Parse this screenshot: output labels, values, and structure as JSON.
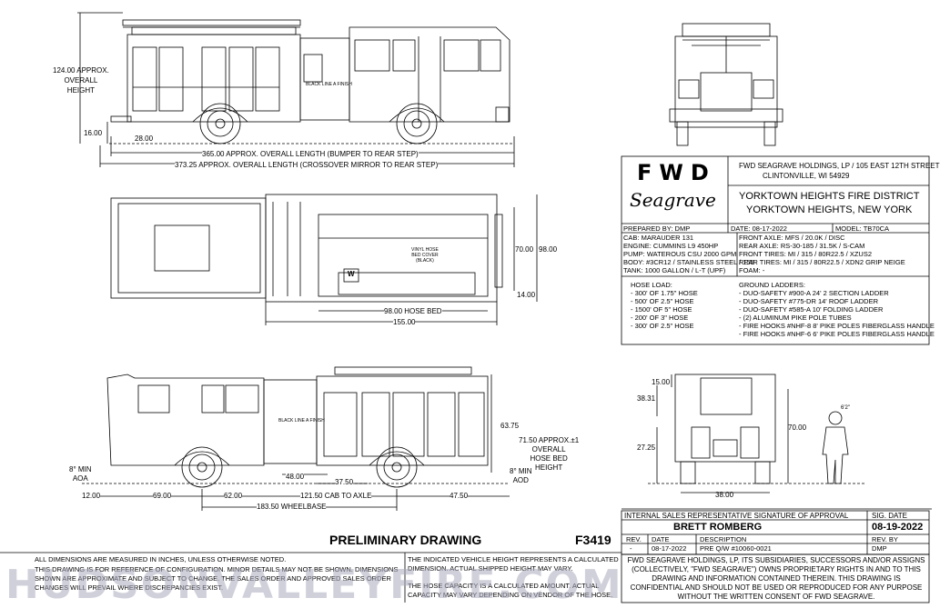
{
  "side_view_top": {
    "height_dim": "124.00 APPROX.\nOVERALL\nHEIGHT",
    "dim_16": "16.00",
    "dim_28": "28.00",
    "overall_length": "365.00 APPROX. OVERALL LENGTH (BUMPER TO REAR STEP)",
    "overall_length_mirror": "373.25 APPROX. OVERALL LENGTH (CROSSOVER MIRROR TO REAR STEP)",
    "finish_label": "BLACK LINE A FINISH"
  },
  "plan_view": {
    "dim_70": "70.00",
    "dim_98": "98.00",
    "dim_14": "14.00",
    "hose_bed": "98.00 HOSE BED",
    "dim_155": "155.00",
    "vinyl_cover": "VINYL HOSE\nBED COVER\n(BLACK)",
    "w_mark": "W"
  },
  "side_view_bottom": {
    "dim_6375": "63.75",
    "hose_bed_height": "71.50 APPROX.±1\nOVERALL\nHOSE BED\nHEIGHT",
    "aoa": "8° MIN\nAOA",
    "aod": "8° MIN\nAOD",
    "dim_12": "12.00",
    "dim_69": "69.00",
    "dim_62": "62.00",
    "dim_48": "48.00",
    "dim_375": "37.50",
    "cab_to_axle": "121.50 CAB TO AXLE",
    "dim_475": "47.50",
    "wheelbase": "183.50 WHEELBASE",
    "finish_label": "BLACK LINE A FINISH"
  },
  "rear_view": {
    "dim_15": "15.00",
    "dim_3831": "38.31",
    "dim_70": "70.00",
    "dim_2725": "27.25",
    "dim_38": "38.00",
    "figure_label": "6'2\""
  },
  "title_block": {
    "logo": "FWD",
    "logo_script": "Seagrave",
    "company_line1": "FWD SEAGRAVE HOLDINGS, LP / 105 EAST 12TH STREET",
    "company_line2": "CLINTONVILLE, WI 54929",
    "customer_line1": "YORKTOWN HEIGHTS FIRE DISTRICT",
    "customer_line2": "YORKTOWN HEIGHTS, NEW YORK",
    "prepared_by": "PREPARED BY: DMP",
    "date": "DATE: 08-17-2022",
    "model": "MODEL: TB70CA",
    "cab": "CAB: MARAUDER 131",
    "engine": "ENGINE: CUMMINS L9 450HP",
    "pump": "PUMP: WATEROUS CSU 2000 GPM",
    "body": "BODY: #3CR12 / STAINLESS STEEL / 155",
    "tank": "TANK: 1000 GALLON / L-T (UPF)",
    "front_axle": "FRONT AXLE: MFS / 20.0K / DISC",
    "rear_axle": "REAR AXLE: RS-30-185 / 31.5K / S-CAM",
    "front_tires": "FRONT TIRES: MI / 315 / 80R22.5 / XZUS2",
    "rear_tires": "REAR TIRES: MI / 315 / 80R22.5 / XDN2 GRIP NEIGE",
    "foam": "FOAM: -",
    "hose_load_title": "HOSE LOAD:",
    "hose_load": [
      "- 300' OF 1.75\" HOSE",
      "- 500' OF 2.5\" HOSE",
      "- 1500' OF 5\" HOSE",
      "- 200' OF 3\" HOSE",
      "- 300' OF 2.5\" HOSE"
    ],
    "ground_ladders_title": "GROUND LADDERS:",
    "ground_ladders": [
      "- DUO-SAFETY #900-A 24' 2 SECTION LADDER",
      "- DUO-SAFETY #775-DR 14' ROOF LADDER",
      "- DUO-SAFETY #585-A 10' FOLDING LADDER",
      "- (2) ALUMINUM PIKE POLE TUBES",
      "- FIRE HOOKS #NHF-8 8' PIKE POLES FIBERGLASS HANDLE",
      "- FIRE HOOKS #NHF-6 6' PIKE POLES FIBERGLASS HANDLE"
    ]
  },
  "signature_block": {
    "header": "INTERNAL SALES REPRESENTATIVE SIGNATURE OF APPROVAL",
    "sig_date_header": "SIG. DATE",
    "name": "BRETT ROMBERG",
    "sig_date": "08-19-2022",
    "rev_header": "REV.",
    "date_header": "DATE",
    "desc_header": "DESCRIPTION",
    "revby_header": "REV. BY",
    "rev": "-",
    "rev_date": "08-17-2022",
    "rev_desc": "PRE Q/W #10060-0021",
    "rev_by": "DMP",
    "proprietary": "FWD SEAGRAVE HOLDINGS, LP, ITS SUBSIDIARIES, SUCCESSORS AND/OR ASSIGNS (COLLECTIVELY, \"FWD SEAGRAVE\") OWNS PROPRIETARY RIGHTS IN AND TO THIS DRAWING AND INFORMATION CONTAINED THEREIN. THIS DRAWING IS CONFIDENTIAL AND SHOULD NOT BE USED OR REPRODUCED FOR ANY PURPOSE WITHOUT THE WRITTEN CONSENT OF FWD SEAGRAVE."
  },
  "footer": {
    "preliminary": "PRELIMINARY DRAWING",
    "drawing_no": "F3419",
    "note_dims": "ALL DIMENSIONS ARE MEASURED IN INCHES, UNLESS OTHERWISE NOTED.",
    "note_ref": "THIS DRAWING IS FOR REFERENCE OF CONFIGURATION. MINOR DETAILS MAY NOT BE SHOWN. DIMENSIONS SHOWN ARE APPROXIMATE AND SUBJECT TO CHANGE. THE SALES ORDER AND APPROVED SALES ORDER CHANGES WILL PREVAIL WHERE DISCREPANCIES EXIST.",
    "note_height": "THE INDICATED VEHICLE HEIGHT REPRESENTS A CALCULATED DIMENSION. ACTUAL SHIPPED HEIGHT MAY VARY.",
    "note_capacity": "THE HOSE CAPACITY IS A CALCULATED AMOUNT. ACTUAL CAPACITY MAY VARY DEPENDING ON VENDOR OF THE HOSE.",
    "watermark": "HUDSONVALLEYFIRE.COM"
  }
}
